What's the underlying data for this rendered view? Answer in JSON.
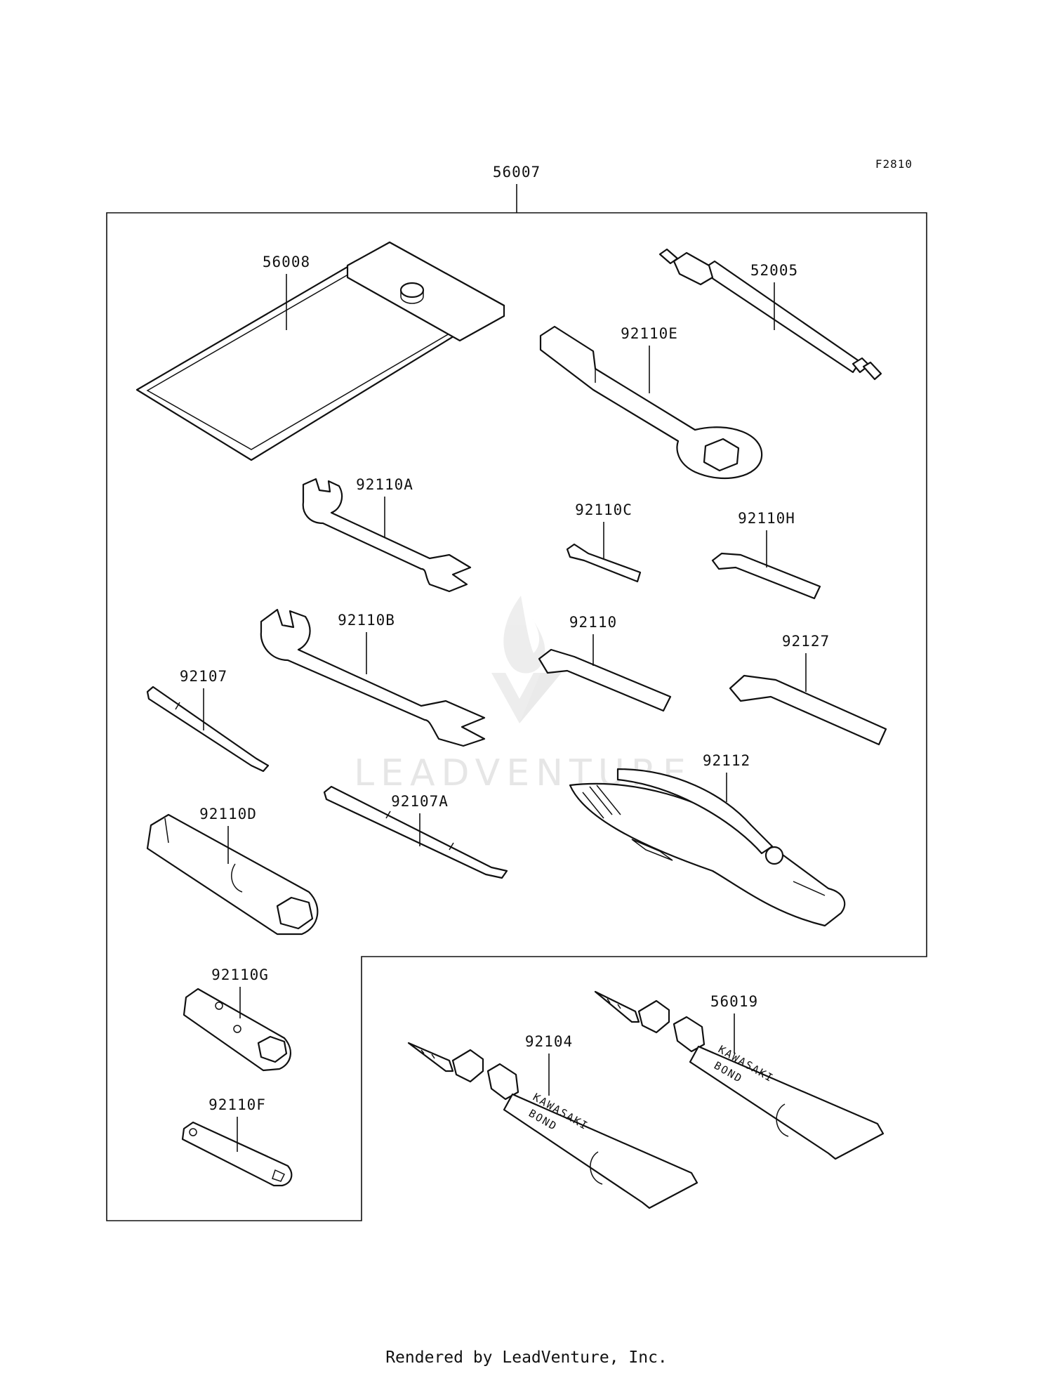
{
  "diagram": {
    "figure_code": "F2810",
    "kit_part": "56007",
    "parts": {
      "p56008": "56008",
      "p52005": "52005",
      "p92110E": "92110E",
      "p92110A": "92110A",
      "p92110C": "92110C",
      "p92110H": "92110H",
      "p92110B": "92110B",
      "p92110": "92110",
      "p92127": "92127",
      "p92107": "92107",
      "p92112": "92112",
      "p92110D": "92110D",
      "p92107A": "92107A",
      "p92110G": "92110G",
      "p92104": "92104",
      "p56019": "56019",
      "p92110F": "92110F"
    },
    "tube_text": {
      "brand": "KAWASAKI",
      "product": "BOND"
    }
  },
  "watermark": "LEADVENTURE",
  "footer": "Rendered by LeadVenture, Inc."
}
